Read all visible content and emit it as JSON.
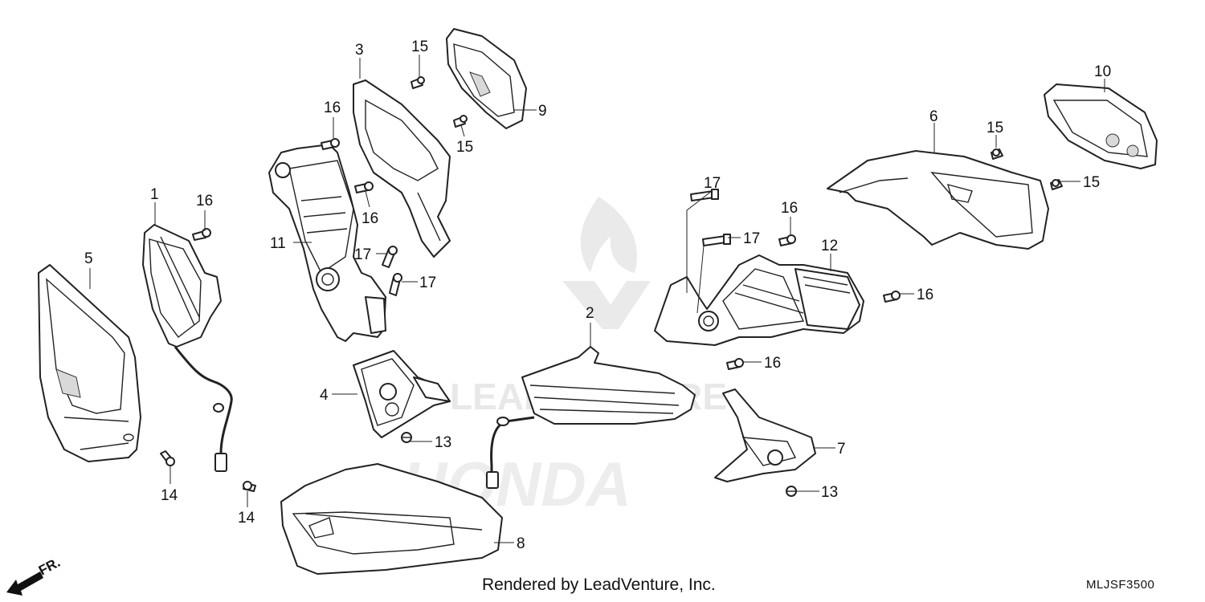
{
  "diagram": {
    "callouts": [
      "1",
      "2",
      "3",
      "4",
      "5",
      "6",
      "7",
      "8",
      "9",
      "10",
      "11",
      "12",
      "13",
      "13",
      "14",
      "14",
      "15",
      "15",
      "15",
      "15",
      "16",
      "16",
      "16",
      "16",
      "16",
      "16",
      "17",
      "17",
      "17",
      "17"
    ],
    "direction_label": "FR.",
    "watermark_text": "LEADVENTURE",
    "watermark_brand": "HONDA",
    "footer_credit": "Rendered by LeadVenture, Inc.",
    "diagram_code": "MLJSF3500"
  }
}
